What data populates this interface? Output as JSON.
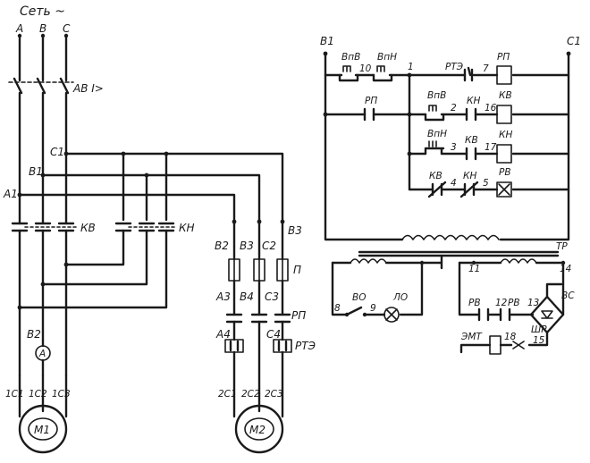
{
  "title": "Сеть ~",
  "phases": [
    "A",
    "B",
    "C"
  ],
  "breaker": "АВ I>",
  "buses": {
    "c1": "C1",
    "b1": "B1",
    "a1": "A1"
  },
  "contactors": {
    "kv": "КВ",
    "kn": "КН",
    "v2": "B2",
    "ammeter": "A"
  },
  "motor1": {
    "leads": [
      "1C1",
      "1C2",
      "1C3"
    ],
    "label": "M1"
  },
  "motor2": {
    "leads": [
      "2C1",
      "2C2",
      "2C3"
    ],
    "label": "M2"
  },
  "m2_branch": {
    "top": [
      "B2",
      "B3",
      "C2",
      "B3"
    ],
    "fuse": "П",
    "mid": [
      "A3",
      "B4",
      "C3"
    ],
    "rp": "РП",
    "overload": [
      "A4",
      "C4"
    ],
    "rte": "РТЭ"
  },
  "control": {
    "left_node": "B1",
    "right_node": "C1",
    "row1": {
      "vpv": "ВпВ",
      "n10": "10",
      "vpn": "ВпН",
      "n1": "1",
      "rte": "РТЭ",
      "n7": "7",
      "coil": "РП"
    },
    "row2": {
      "rp": "РП",
      "vpv": "ВпВ",
      "n2": "2",
      "kn": "КН",
      "n16": "16",
      "coil": "КВ"
    },
    "row3": {
      "vpn": "ВпН",
      "n3": "3",
      "kv": "КВ",
      "n17": "17",
      "coil": "КН"
    },
    "row4": {
      "kv": "КВ",
      "n4": "4",
      "kn": "КН",
      "n5": "5",
      "coil": "РВ"
    }
  },
  "transformer": {
    "tr": "ТР",
    "n11": "11",
    "n14": "14"
  },
  "lamp": {
    "n8": "8",
    "vo": "ВО",
    "n9": "9",
    "lo": "ЛО"
  },
  "rectifier": {
    "rv1": "РВ",
    "n12": "12",
    "rv2": "РВ",
    "n13": "13",
    "vs": "ВС",
    "emt": "ЭМТ",
    "n18": "18",
    "shr": "ШР",
    "n15": "15"
  }
}
